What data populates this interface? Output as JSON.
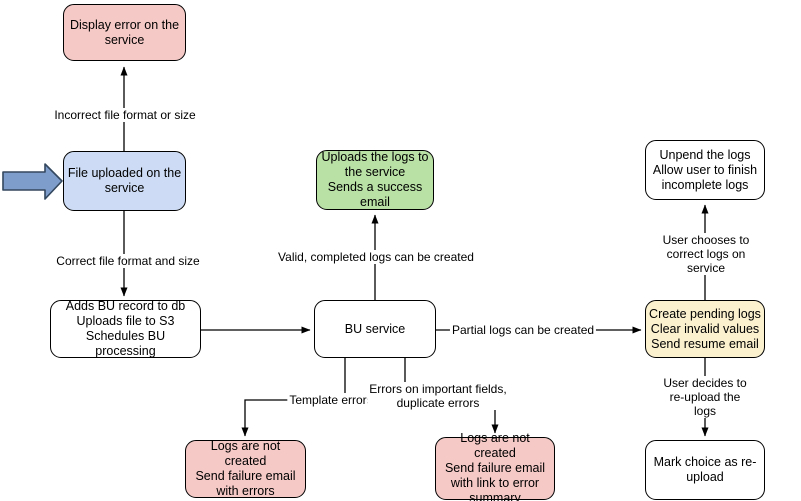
{
  "diagram": {
    "nodes": {
      "display_error": {
        "label": "Display error on the\nservice"
      },
      "file_uploaded": {
        "label": "File uploaded on the\nservice"
      },
      "adds_bu_record": {
        "label": "Adds BU record to db\nUploads file to S3\nSchedules BU processing"
      },
      "bu_service": {
        "label": "BU service"
      },
      "uploads_logs": {
        "label": "Uploads the logs to\nthe service\nSends a success\nemail"
      },
      "create_pending_logs": {
        "label": "Create pending logs\nClear invalid values\nSend resume email"
      },
      "unpend_logs": {
        "label": "Unpend the logs\nAllow user to finish\nincomplete logs"
      },
      "mark_reupload": {
        "label": "Mark choice as re-\nupload"
      },
      "logs_not_created_errors": {
        "label": "Logs are not created\nSend failure email\nwith errors"
      },
      "logs_not_created_summary": {
        "label": "Logs are not created\nSend failure email\nwith link to error\nsummary"
      }
    },
    "edge_labels": {
      "incorrect_format": "Incorrect file format or size",
      "correct_format": "Correct file format and size",
      "valid_logs": "Valid, completed logs can be created",
      "partial_logs": "Partial logs can be created",
      "template_errors": "Template errors",
      "important_fields": "Errors on important fields,\nduplicate errors",
      "user_corrects": "User chooses to correct logs on service",
      "user_reuploads": "User decides to re-upload the logs"
    },
    "colors": {
      "pink_fill": "#f5c9c6",
      "blue_fill": "#cddcf4",
      "green_fill": "#b9e0a5",
      "yellow_fill": "#fbf1cf",
      "white_fill": "#ffffff",
      "stroke": "#000000",
      "entry_arrow_fill": "#7e9dca",
      "entry_arrow_stroke": "#33475e"
    }
  }
}
